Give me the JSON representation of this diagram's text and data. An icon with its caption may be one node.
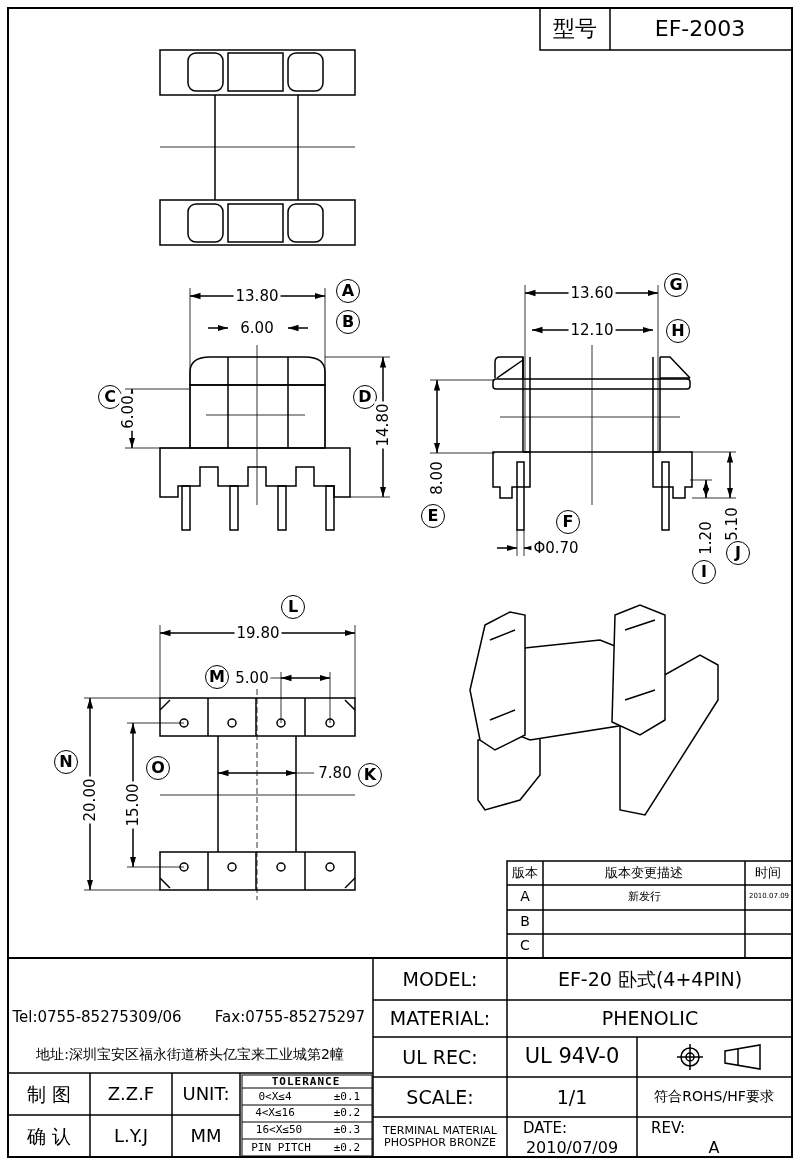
{
  "diagram": {
    "labels": [
      "型号",
      "EF-2003",
      "13.80",
      "A",
      "6.00",
      "B",
      "C",
      "6.00",
      "D",
      "14.80",
      "13.60",
      "G",
      "12.10",
      "H",
      "E",
      "8.00",
      "F",
      "Φ0.70",
      "1.20",
      "5.10",
      "I",
      "J",
      "L",
      "19.80",
      "M",
      "5.00",
      "N",
      "20.00",
      "O",
      "15.00",
      "7.80",
      "K",
      "版本",
      "版本变更描述",
      "时间",
      "A",
      "新发行",
      "2010.07.09",
      "B",
      "C",
      "Tel:0755-85275309/06",
      "Fax:0755-85275297",
      "地址:深圳宝安区福永街道桥头亿宝来工业城第2幢",
      "MODEL:",
      "EF-20 卧式(4+4PIN)",
      "MATERIAL:",
      "PHENOLIC",
      "UL REC:",
      "UL 94V-0",
      "制 图",
      "Z.Z.F",
      "UNIT:",
      "TOLERANCE",
      "0<X≤4",
      "±0.1",
      "4<X≤16",
      "±0.2",
      "16<X≤50",
      "±0.3",
      "PIN PITCH",
      "±0.2",
      "SCALE:",
      "1/1",
      "符合ROHS/HF要求",
      "确 认",
      "L.Y.J",
      "MM",
      "TERMINAL MATERIAL PHOSPHOR BRONZE",
      "DATE:",
      "2010/07/09",
      "REV:",
      "A"
    ]
  }
}
